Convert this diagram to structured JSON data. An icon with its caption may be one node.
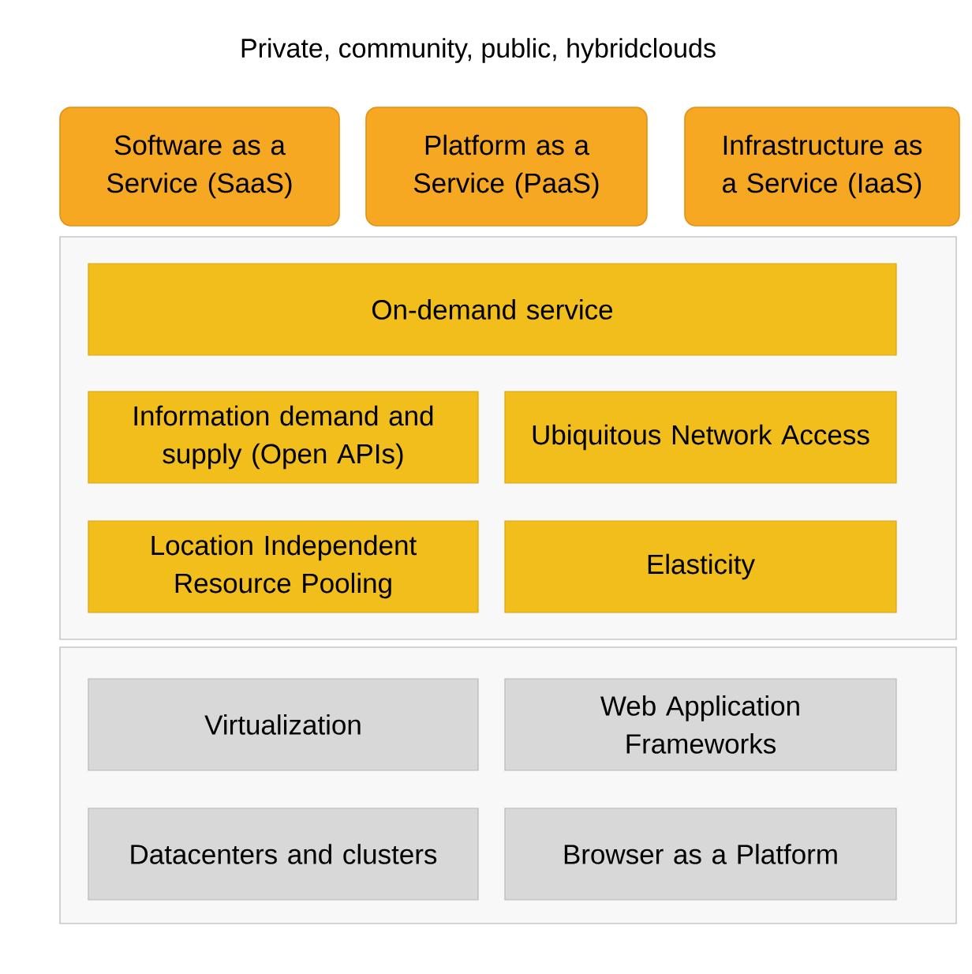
{
  "diagram": {
    "title": "Private, community, public, hybridclouds",
    "nodes": [
      {
        "text": [
          "Software as a Service (SaaS)"
        ]
      },
      {
        "text": [
          "Platform as a Service (PaaS)"
        ]
      },
      {
        "text": [
          "Infrastructure as a Service (IaaS)"
        ]
      },
      {
        "text": [],
        "shape": "box"
      },
      {
        "text": [
          "On-demand service"
        ],
        "in": 3
      },
      {
        "text": [
          "Information demand and supply (Open APIs)"
        ],
        "in": 3
      },
      {
        "text": [
          "Ubiquitous Network Access"
        ],
        "in": 3
      },
      {
        "text": [
          "Location Independent Resource Pooling"
        ],
        "in": 3
      },
      {
        "text": [
          "Elasticity"
        ],
        "in": 3
      },
      {
        "text": [],
        "shape": "box"
      },
      {
        "text": [
          "Virtualization"
        ],
        "in": 9
      },
      {
        "text": [
          "Web Application Frameworks"
        ],
        "in": 9
      },
      {
        "text": [
          "Datacenters and clusters"
        ],
        "in": 9
      },
      {
        "text": [
          "Browser as a Platform"
        ],
        "in": 9
      }
    ]
  }
}
